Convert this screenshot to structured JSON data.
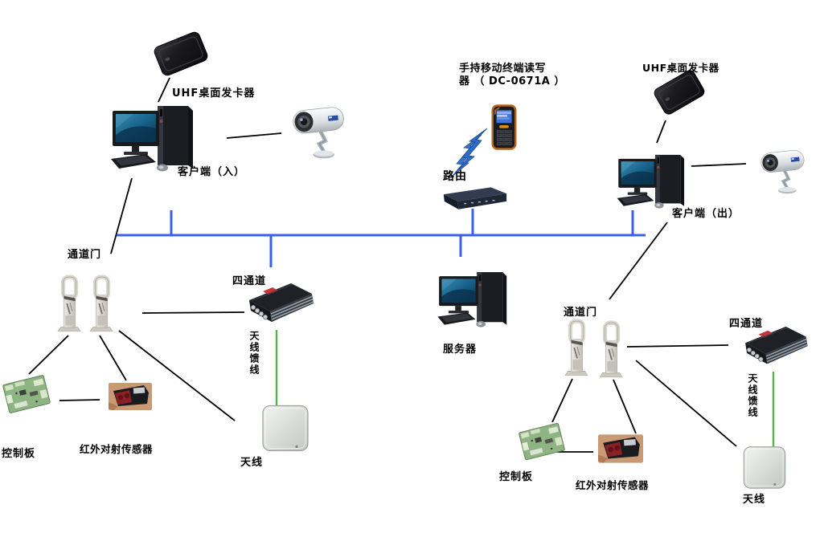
{
  "colors": {
    "bus_line": "#3b5fe8",
    "feeder_line": "#54b54c",
    "lightning": "#2e6cc8",
    "cable": "#000000"
  },
  "labels": {
    "uhf_card_issuer_left": "UHF桌面发卡器",
    "client_in": "客户端（入）",
    "handheld_reader": "手持移动终端读写\n器 （ DC-0671A ）",
    "router": "路由",
    "uhf_card_issuer_right": "UHF桌面发卡器",
    "client_out": "客户端（出）",
    "server": "服务器",
    "channel_gate_left": "通道门",
    "channel_gate_right": "通道门",
    "four_channel_left": "四通道",
    "four_channel_right": "四通道",
    "antenna_feeder_left": "天线馈线",
    "antenna_feeder_right": "天线馈线",
    "antenna_left": "天线",
    "antenna_right": "天线",
    "control_board_left": "控制板",
    "control_board_right": "控制板",
    "ir_sensor_left": "红外对射传感器",
    "ir_sensor_right": "红外对射传感器"
  },
  "icons": [
    "uhf-card-issuer-icon",
    "desktop-computer-icon",
    "ip-camera-icon",
    "handheld-reader-icon",
    "router-icon",
    "lightning-bolt-icon",
    "channel-gate-icon",
    "four-channel-reader-icon",
    "control-board-icon",
    "ir-sensor-icon",
    "panel-antenna-icon"
  ]
}
